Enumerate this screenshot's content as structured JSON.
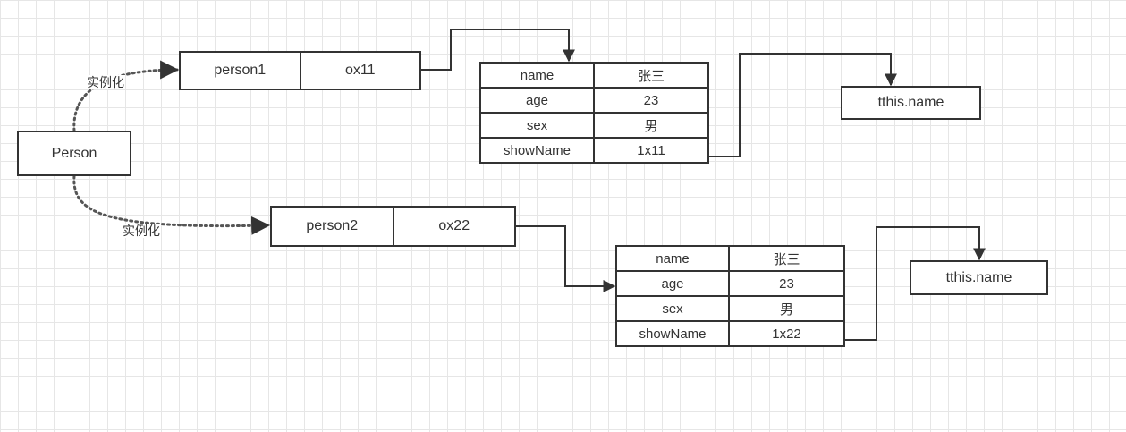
{
  "class_box": {
    "label": "Person"
  },
  "instantiate_label": "实例化",
  "instances": [
    {
      "name": "person1",
      "address": "ox11",
      "fields": [
        {
          "key": "name",
          "value": "张三"
        },
        {
          "key": "age",
          "value": "23"
        },
        {
          "key": "sex",
          "value": "男"
        },
        {
          "key": "showName",
          "value": "1x11"
        }
      ],
      "method_target": "tthis.name"
    },
    {
      "name": "person2",
      "address": "ox22",
      "fields": [
        {
          "key": "name",
          "value": "张三"
        },
        {
          "key": "age",
          "value": "23"
        },
        {
          "key": "sex",
          "value": "男"
        },
        {
          "key": "showName",
          "value": "1x22"
        }
      ],
      "method_target": "tthis.name"
    }
  ]
}
